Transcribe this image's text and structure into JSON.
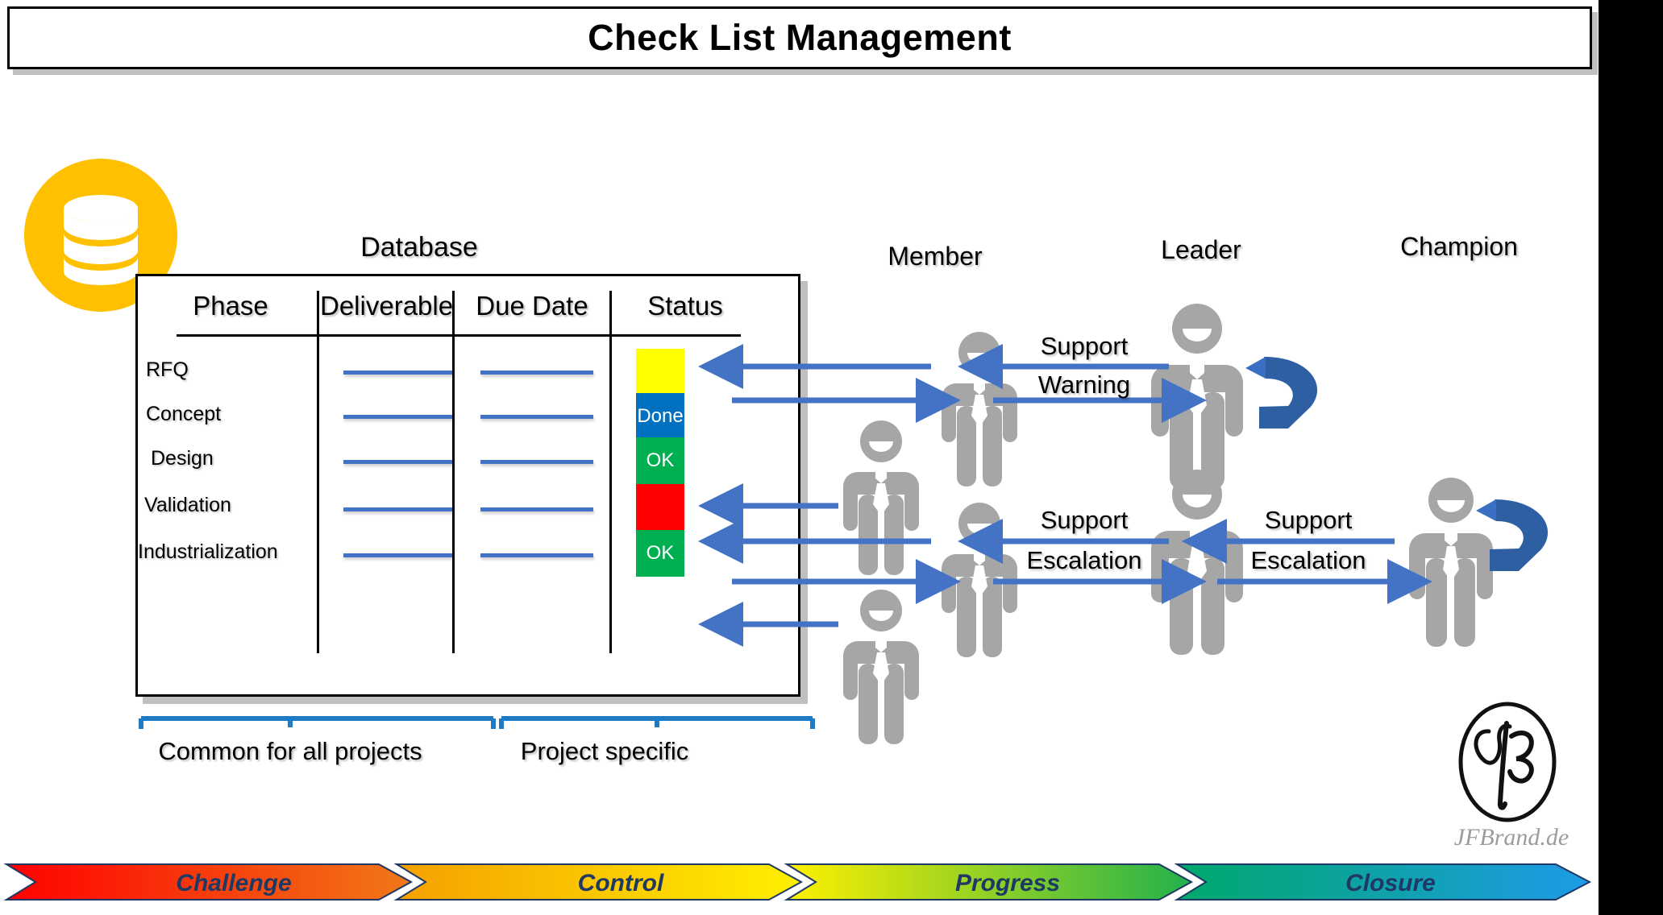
{
  "title": "Check List Management",
  "database": {
    "icon": "database-cylinder-icon",
    "icon_color": "#FFC000",
    "label": "Database",
    "columns": [
      "Phase",
      "Deliverable",
      "Due Date",
      "Status"
    ],
    "rows": [
      {
        "phase": "RFQ",
        "deliverable": "",
        "due_date": "",
        "status_text": "",
        "status_color": "#FFFF00"
      },
      {
        "phase": "Concept",
        "deliverable": "",
        "due_date": "",
        "status_text": "Done",
        "status_color": "#0070C0"
      },
      {
        "phase": "Design",
        "deliverable": "",
        "due_date": "",
        "status_text": "OK",
        "status_color": "#00B050"
      },
      {
        "phase": "Validation",
        "deliverable": "",
        "due_date": "",
        "status_text": "",
        "status_color": "#FF0000"
      },
      {
        "phase": "Industrialization",
        "deliverable": "",
        "due_date": "",
        "status_text": "OK",
        "status_color": "#00B050"
      }
    ]
  },
  "brackets": [
    {
      "label": "Common for all projects"
    },
    {
      "label": "Project specific"
    }
  ],
  "roles": [
    {
      "label": "Member"
    },
    {
      "label": "Leader"
    },
    {
      "label": "Champion"
    }
  ],
  "flows": {
    "row1": [
      {
        "label": "Support",
        "direction": "left"
      },
      {
        "label": "Warning",
        "direction": "right"
      }
    ],
    "row2_member_leader": [
      {
        "label": "Support",
        "direction": "left"
      },
      {
        "label": "Escalation",
        "direction": "right"
      }
    ],
    "row2_leader_champion": [
      {
        "label": "Support",
        "direction": "left"
      },
      {
        "label": "Escalation",
        "direction": "right"
      }
    ]
  },
  "colors": {
    "arrow_blue": "#4472C4",
    "loop_arrow_blue": "#2E5FA3",
    "person_gray": "#A6A6A6",
    "accent_yellow": "#FFC000"
  },
  "logo": {
    "mark": "jfbrand-monogram-icon",
    "text": "JFBrand.de"
  },
  "phase_bar": [
    {
      "label": "Challenge",
      "from": "#FF0000",
      "to": "#F07818"
    },
    {
      "label": "Control",
      "from": "#F5A000",
      "to": "#FFF000"
    },
    {
      "label": "Progress",
      "from": "#FFF000",
      "to": "#22B14C"
    },
    {
      "label": "Closure",
      "from": "#00A86B",
      "to": "#1E9BE8"
    }
  ]
}
